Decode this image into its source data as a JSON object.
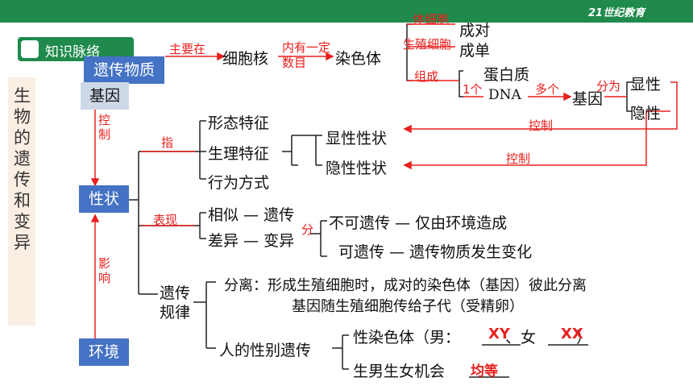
{
  "header": {
    "brand": "21世纪教育"
  },
  "section_badge": "知识脉络",
  "side_title": "生物的遗传和变异",
  "nodes": {
    "genetic_material": "遗传物质",
    "gene": "基因",
    "trait": "性状",
    "environment": "环境",
    "nucleus": "细胞核",
    "chromosome": "染色体",
    "pair": "成对",
    "single": "成单",
    "protein": "蛋白质",
    "dna": "DNA",
    "gene2": "基因",
    "dominant": "显性",
    "recessive": "隐性",
    "morph": "形态特征",
    "physio": "生理特征",
    "behavior": "行为方式",
    "dom_trait": "显性性状",
    "rec_trait": "隐性性状",
    "similar": "相似 — 遗传",
    "differ": "差异 — 变异",
    "nonheritable": "不可遗传 — 仅由环境造成",
    "heritable": "可遗传 — 遗传物质发生变化",
    "law": "遗传规律",
    "separation1": "分离：形成生殖细胞时，成对的染色体（基因）彼此分离",
    "separation2": "基因随生殖细胞传给子代（受精卵）",
    "sex_heredity": "人的性别遗传",
    "sex_chromosome": "性染色体（男：",
    "sex_sep": "、女",
    "sex_end": "）",
    "chance": "生男生女机会"
  },
  "red_labels": {
    "mainly_in": "主要在",
    "contains": "内有一定数目",
    "body_cell": "体细胞",
    "germ_cell": "生殖细胞",
    "compose": "组成",
    "one": "1个",
    "many": "多个",
    "divided": "分为",
    "control": "控制",
    "control2": "控制",
    "control3": "控制",
    "refer": "指",
    "express": "表现",
    "divide": "分",
    "influence": "影响",
    "xy": "XY",
    "xx": "XX",
    "equal": "均等"
  }
}
